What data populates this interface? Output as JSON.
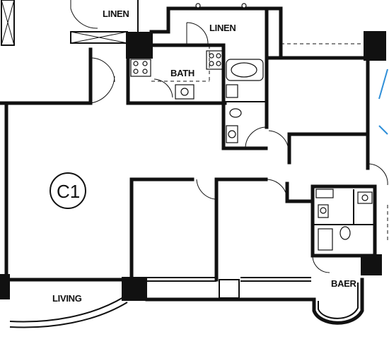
{
  "labels": {
    "linen_1": "LINEN",
    "linen_2": "LINEN",
    "bath": "BATH",
    "unit": "C1",
    "living": "LIVING",
    "baer": "BAER"
  },
  "colors": {
    "ink": "#111111",
    "paper": "#ffffff",
    "accent": "#2f8fd8"
  }
}
